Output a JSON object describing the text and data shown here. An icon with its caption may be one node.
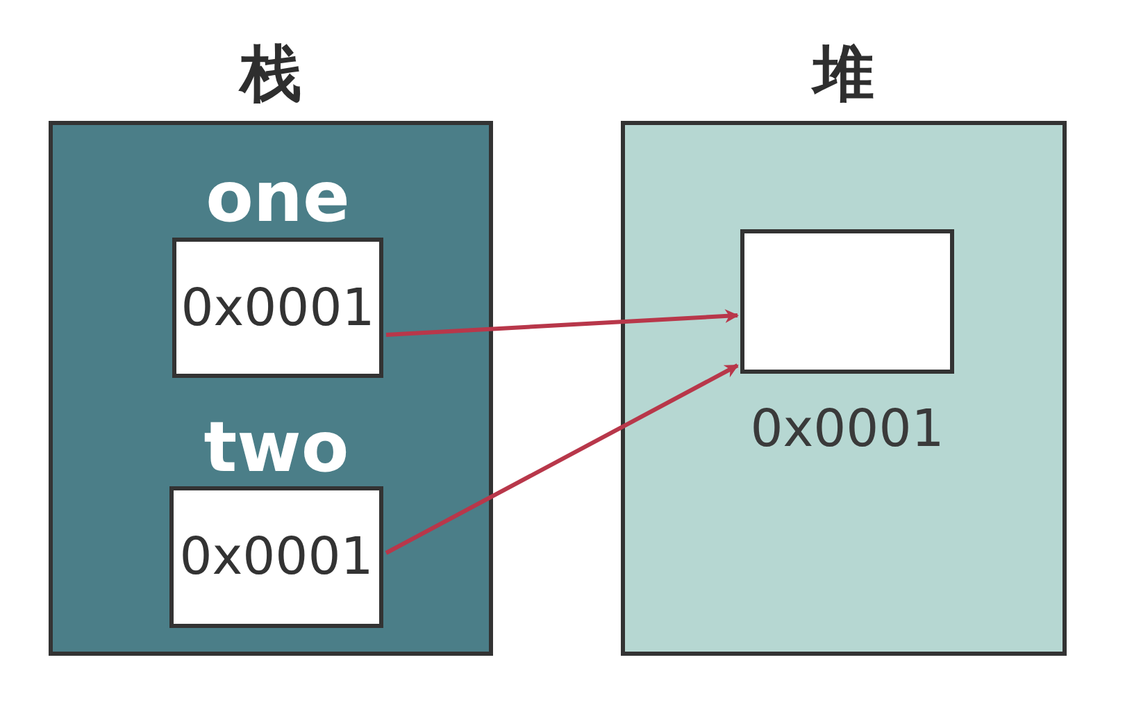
{
  "diagram": {
    "nodes": [
      {
        "text": [
          "栈"
        ]
      },
      {
        "text": [
          "one",
          "0x0001"
        ],
        "in": 0
      },
      {
        "text": [
          "two",
          "0x0001"
        ],
        "in": 0
      },
      {
        "text": [
          "堆"
        ]
      },
      {
        "text": [],
        "shape": "box",
        "beside": [
          "0x0001"
        ],
        "in": 3
      }
    ],
    "edges": [
      {
        "from": 1,
        "to": 4,
        "arrow": "to",
        "color": "#b8374a"
      },
      {
        "from": 2,
        "to": 4,
        "arrow": "to",
        "color": "#b8374a"
      }
    ]
  }
}
